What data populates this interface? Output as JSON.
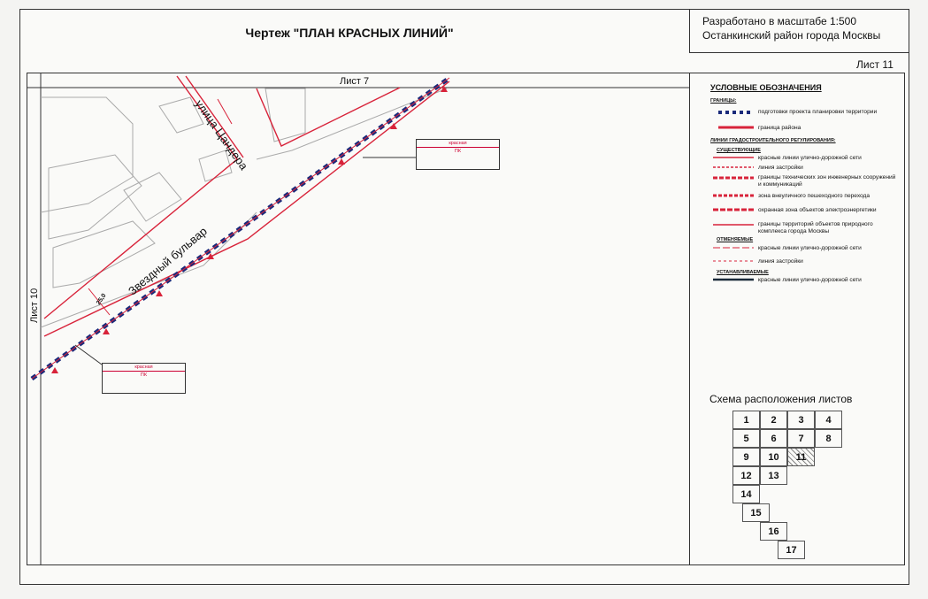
{
  "header": {
    "title": "Чертеж \"ПЛАН КРАСНЫХ ЛИНИЙ\"",
    "scale_line1": "Разработано в масштабе 1:500",
    "scale_line2": "Останкинский район города Москвы",
    "sheet_label": "Лист 11"
  },
  "map": {
    "neighbor_top": "Лист 7",
    "neighbor_left": "Лист 10",
    "street_1": "улица Цандера",
    "street_2": "Звездный бульвар",
    "dim_1": "25,0",
    "tag_line1": "красная",
    "tag_line2": "ПК"
  },
  "legend": {
    "title": "УСЛОВНЫЕ ОБОЗНАЧЕНИЯ",
    "cat_boundaries": "ГРАНИЦЫ:",
    "b1": "подготовки проекта планировки территории",
    "b2": "граница района",
    "cat_lines": "ЛИНИИ ГРАДОСТРОИТЕЛЬНОГО РЕГУЛИРОВАНИЯ:",
    "cat_existing": "СУЩЕСТВУЮЩИЕ",
    "e1": "красные линии улично-дорожной сети",
    "e2": "линия застройки",
    "e3": "границы технических зон инженерных сооружений и коммуникаций",
    "e4": "зона внеуличного пешеходного перехода",
    "e5": "охранная зона объектов электроэнергетики",
    "e6": "границы территорий объектов природного комплекса города Москвы",
    "cat_cancelled": "ОТМЕНЯЕМЫЕ",
    "c1": "красные линии улично-дорожной сети",
    "c2": "линия застройки",
    "cat_established": "УСТАНАВЛИВАЕМЫЕ",
    "s1": "красные линии улично-дорожной сети"
  },
  "scheme": {
    "title": "Схема расположения листов",
    "cells": [
      "1",
      "2",
      "3",
      "4",
      "5",
      "6",
      "7",
      "8",
      "9",
      "10",
      "11",
      "12",
      "13",
      "14",
      "15",
      "16",
      "17"
    ]
  },
  "colors": {
    "red_line": "#d8233a",
    "planning_boundary": "#1a2a7a",
    "background": "#fafaf8"
  }
}
